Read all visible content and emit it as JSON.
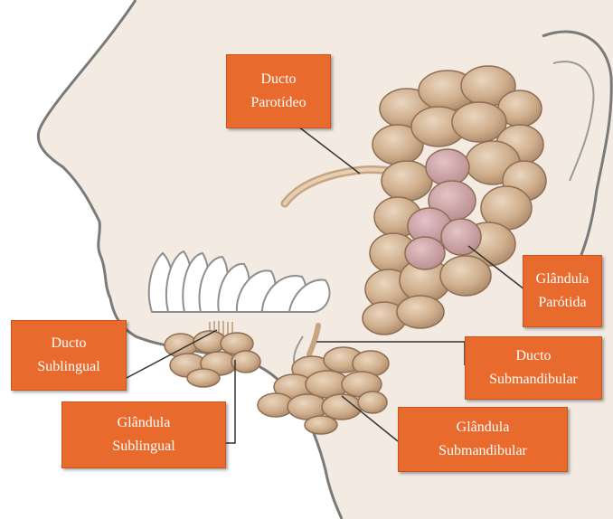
{
  "colors": {
    "label_fill": "#e86a2c",
    "label_text": "#ffffff",
    "skin": "#f3ebe2",
    "outline": "#7d7d7d",
    "gland": "#c9a98a",
    "gland_dark": "#a88464",
    "gland_pink": "#c79aa0"
  },
  "labels": {
    "ducto_parotideo": {
      "line1": "Ducto",
      "line2": "Parotídeo"
    },
    "glandula_parotida": {
      "line1": "Glândula",
      "line2": "Parótida"
    },
    "ducto_sublingual": {
      "line1": "Ducto",
      "line2": "Sublingual"
    },
    "ducto_submandibular": {
      "line1": "Ducto",
      "line2": "Submandibular"
    },
    "glandula_sublingual": {
      "line1": "Glândula",
      "line2": "Sublingual"
    },
    "glandula_submandibular": {
      "line1": "Glândula",
      "line2": "Submandibular"
    }
  }
}
